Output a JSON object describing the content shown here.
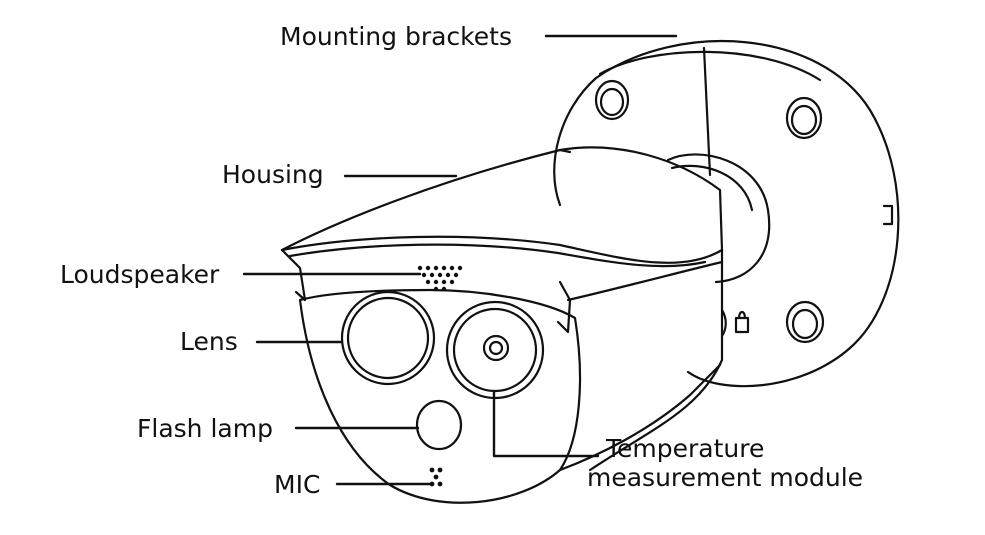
{
  "labels": {
    "mounting_brackets": "Mounting brackets",
    "housing": "Housing",
    "loudspeaker": "Loudspeaker",
    "lens": "Lens",
    "flash_lamp": "Flash lamp",
    "mic": "MIC",
    "temperature_line1": "Temperature",
    "temperature_line2": "measurement module"
  },
  "colors": {
    "stroke": "#111111",
    "background": "#ffffff"
  }
}
